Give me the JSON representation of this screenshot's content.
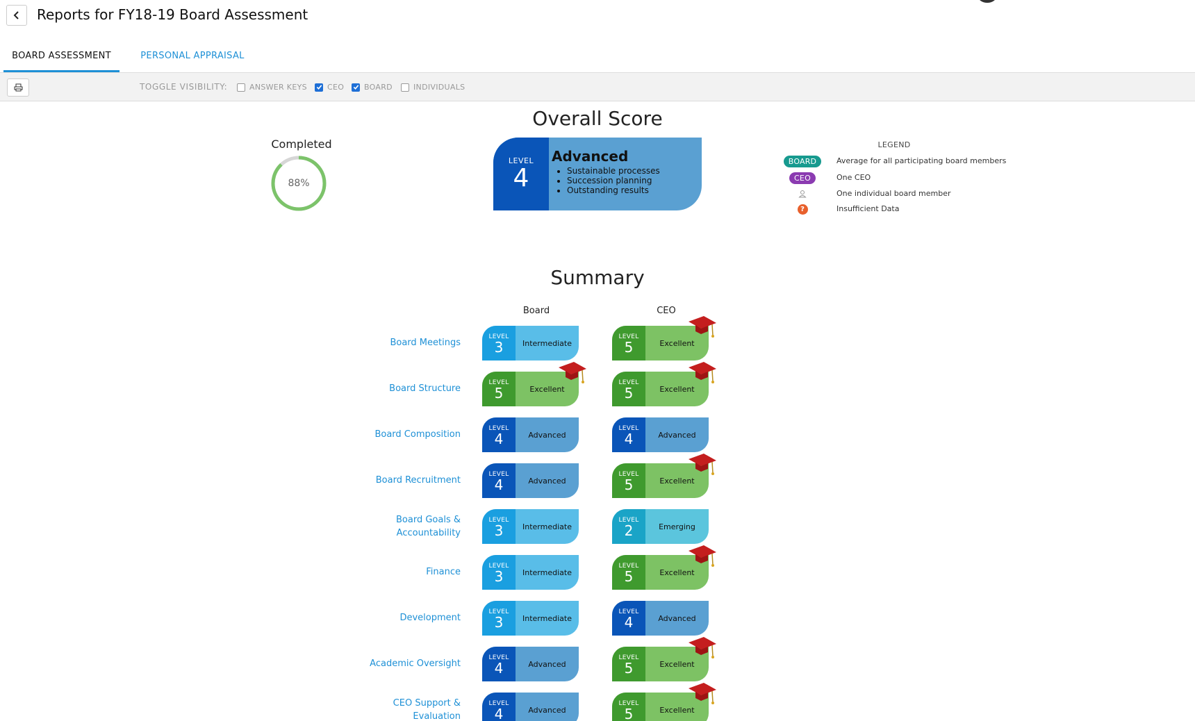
{
  "header": {
    "title": "Reports for FY18-19 Board Assessment",
    "back_icon": "chevron-left-icon"
  },
  "tabs": [
    {
      "label": "BOARD ASSESSMENT",
      "active": true
    },
    {
      "label": "PERSONAL APPRAISAL",
      "active": false
    }
  ],
  "toolbar": {
    "print_icon": "printer-icon",
    "toggle_label": "TOGGLE VISIBILITY:",
    "toggles": [
      {
        "label": "ANSWER KEYS",
        "checked": false
      },
      {
        "label": "CEO",
        "checked": true
      },
      {
        "label": "BOARD",
        "checked": true
      },
      {
        "label": "INDIVIDUALS",
        "checked": false
      }
    ]
  },
  "completed": {
    "title": "Completed",
    "percent_text": "88%",
    "percent": 88
  },
  "overall": {
    "title": "Overall Score",
    "level_label": "LEVEL",
    "level": "4",
    "name": "Advanced",
    "bullets": [
      "Sustainable processes",
      "Succession planning",
      "Outstanding results"
    ]
  },
  "legend": {
    "title": "LEGEND",
    "items": [
      {
        "icon": "BOARD",
        "text": "Average for all participating board members"
      },
      {
        "icon": "CEO",
        "text": "One CEO"
      },
      {
        "icon": "user-icon",
        "text": "One individual board member"
      },
      {
        "icon": "?",
        "text": "Insufficient Data"
      }
    ]
  },
  "summary": {
    "title": "Summary",
    "columns": [
      "Board",
      "CEO"
    ],
    "level_label": "LEVEL",
    "rows": [
      {
        "label": "Board Meetings",
        "board": {
          "level": "3",
          "name": "Intermediate"
        },
        "ceo": {
          "level": "5",
          "name": "Excellent"
        }
      },
      {
        "label": "Board Structure",
        "board": {
          "level": "5",
          "name": "Excellent"
        },
        "ceo": {
          "level": "5",
          "name": "Excellent"
        }
      },
      {
        "label": "Board Composition",
        "board": {
          "level": "4",
          "name": "Advanced"
        },
        "ceo": {
          "level": "4",
          "name": "Advanced"
        }
      },
      {
        "label": "Board Recruitment",
        "board": {
          "level": "4",
          "name": "Advanced"
        },
        "ceo": {
          "level": "5",
          "name": "Excellent"
        }
      },
      {
        "label": "Board Goals & Accountability",
        "board": {
          "level": "3",
          "name": "Intermediate"
        },
        "ceo": {
          "level": "2",
          "name": "Emerging"
        }
      },
      {
        "label": "Finance",
        "board": {
          "level": "3",
          "name": "Intermediate"
        },
        "ceo": {
          "level": "5",
          "name": "Excellent"
        }
      },
      {
        "label": "Development",
        "board": {
          "level": "3",
          "name": "Intermediate"
        },
        "ceo": {
          "level": "4",
          "name": "Advanced"
        }
      },
      {
        "label": "Academic Oversight",
        "board": {
          "level": "4",
          "name": "Advanced"
        },
        "ceo": {
          "level": "5",
          "name": "Excellent"
        }
      },
      {
        "label": "CEO Support & Evaluation",
        "board": {
          "level": "4",
          "name": "Advanced"
        },
        "ceo": {
          "level": "5",
          "name": "Excellent"
        }
      }
    ]
  }
}
